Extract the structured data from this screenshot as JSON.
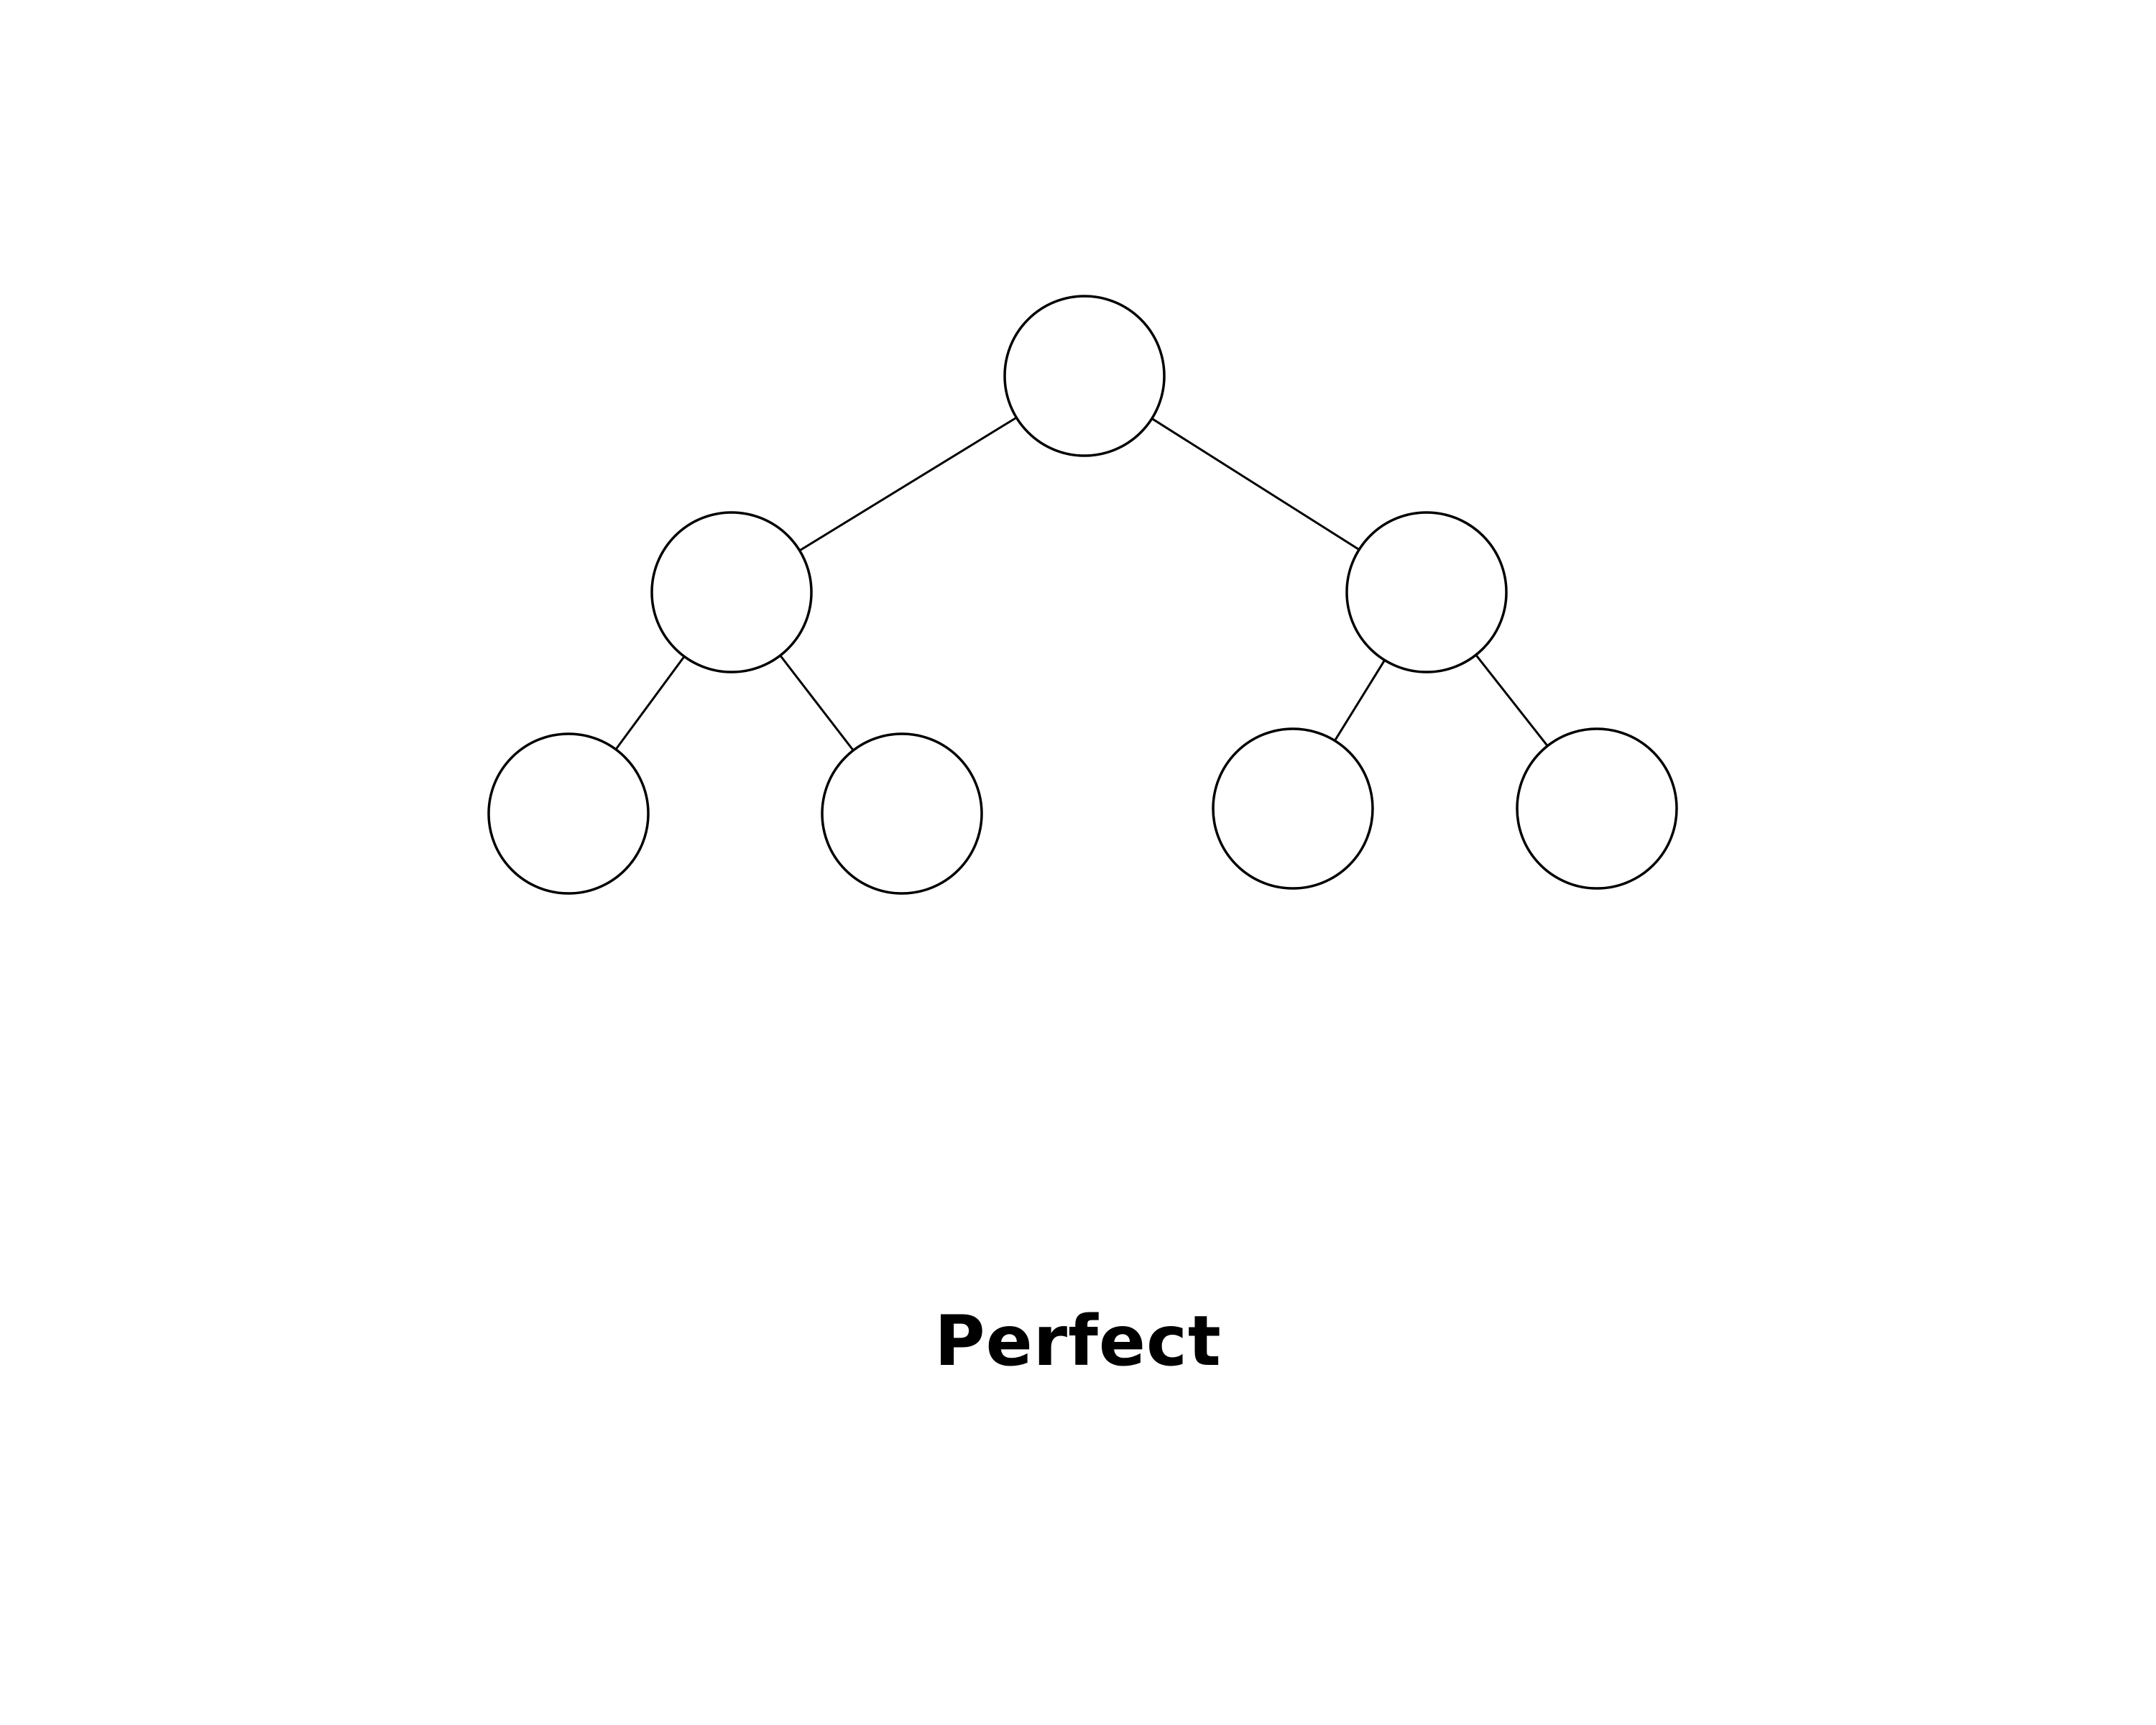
{
  "caption": "Perfect",
  "colors": {
    "background": "#ffffff",
    "stroke": "#000000",
    "node_fill": "#ffffff"
  },
  "tree": {
    "type": "perfect-binary-tree",
    "depth": 3,
    "nodes": [
      {
        "id": "root",
        "parent": null
      },
      {
        "id": "left",
        "parent": "root"
      },
      {
        "id": "right",
        "parent": "root"
      },
      {
        "id": "left-left",
        "parent": "left"
      },
      {
        "id": "left-right",
        "parent": "left"
      },
      {
        "id": "right-left",
        "parent": "right"
      },
      {
        "id": "right-right",
        "parent": "right"
      }
    ]
  }
}
